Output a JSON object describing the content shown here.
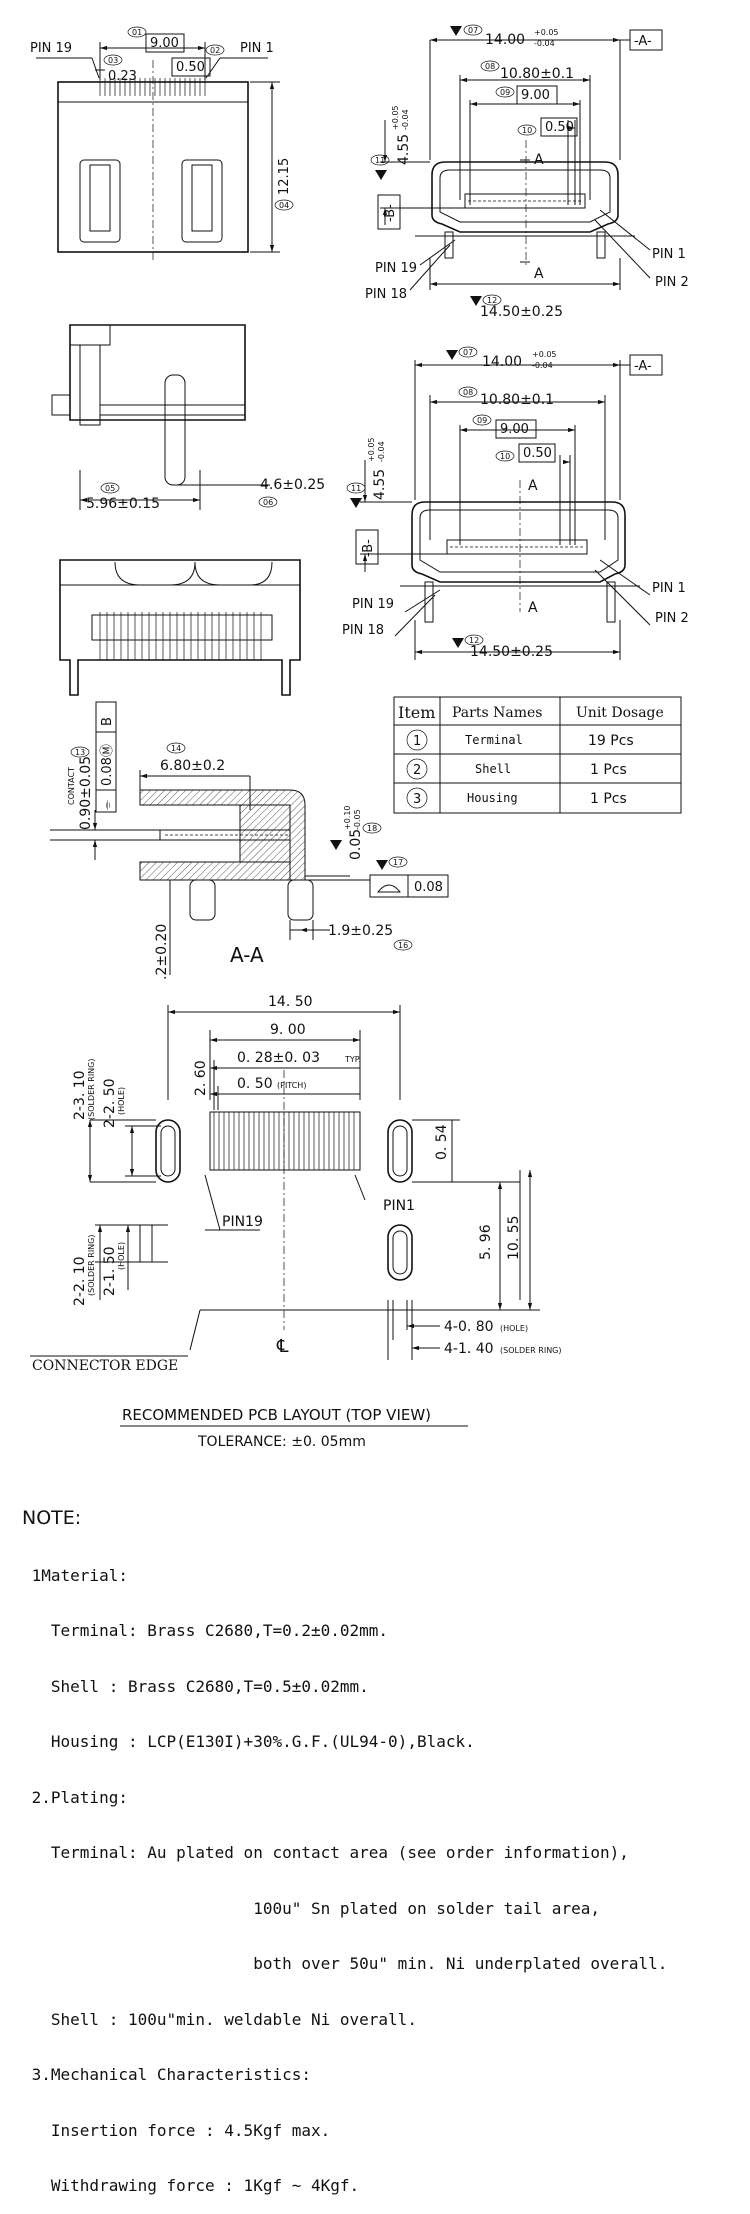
{
  "top_view": {
    "pin_left": "PIN 19",
    "pin_right": "PIN 1",
    "d01": {
      "bubble": "01",
      "value": "9.00"
    },
    "d02": {
      "bubble": "02",
      "value": "0.50"
    },
    "d03": {
      "bubble": "03",
      "value": "0.23"
    },
    "d04": {
      "bubble": "04",
      "value": "12.15"
    }
  },
  "front_view_1": {
    "d07": {
      "bubble": "07",
      "value": "14.00",
      "tol_up": "+0.05",
      "tol_dn": "-0.04",
      "datum": "-A-"
    },
    "d08": {
      "bubble": "08",
      "value": "10.80±0.1"
    },
    "d09": {
      "bubble": "09",
      "value": "9.00"
    },
    "d10": {
      "bubble": "10",
      "value": "0.50"
    },
    "d11": {
      "bubble": "11",
      "value": "4.55",
      "tol_up": "+0.05",
      "tol_dn": "-0.04"
    },
    "d12": {
      "bubble": "12",
      "value": "14.50±0.25"
    },
    "datum_b": "-B-",
    "section": "A",
    "pin1": "PIN 1",
    "pin2": "PIN 2",
    "pin18": "PIN 18",
    "pin19": "PIN 19"
  },
  "side_view": {
    "d05": {
      "bubble": "05",
      "value": "5.96±0.15"
    },
    "d06": {
      "bubble": "06",
      "value": "4.6±0.25"
    }
  },
  "parts_table": {
    "headers": [
      "Item",
      "Parts Names",
      "Unit Dosage"
    ],
    "rows": [
      {
        "item": "1",
        "name": "Terminal",
        "qty": "19 Pcs"
      },
      {
        "item": "2",
        "name": "Shell",
        "qty": "1 Pcs"
      },
      {
        "item": "3",
        "name": "Housing",
        "qty": "1 Pcs"
      }
    ]
  },
  "section_view": {
    "title": "A-A",
    "d13": {
      "bubble": "13",
      "label": "CONTACT",
      "value": "0.90±0.05",
      "frame": [
        "0.08Ⓜ",
        "B"
      ]
    },
    "d14": {
      "bubble": "14",
      "value": "6.80±0.2"
    },
    "d16": {
      "bubble": "16",
      "value": "1.9±0.25"
    },
    "d17": {
      "bubble": "17",
      "value": "0.08"
    },
    "d18": {
      "bubble": "18",
      "value": "0.05",
      "tol_up": "+0.10",
      "tol_dn": "-0.05"
    },
    "d_left": ".2±0.20"
  },
  "pcb_layout": {
    "w1": "14. 50",
    "w2": "9. 00",
    "w3": "0. 28±0. 03",
    "w3_note": "TYP.",
    "w4": "0. 50",
    "w4_note": "(PITCH)",
    "h260": "2. 60",
    "h054": "0. 54",
    "h596": "5. 96",
    "h1055": "10. 55",
    "l310": "2-3. 10",
    "l310_note": "(SOLDER RING)",
    "l250": "2-2. 50",
    "l250_note": "(HOLE)",
    "l210": "2-2. 10",
    "l210_note": "(SOLDER RING)",
    "l150": "2-1. 50",
    "l150_note": "(HOLE)",
    "b080": "4-0. 80",
    "b080_note": "(HOLE)",
    "b140": "4-1. 40",
    "b140_note": "(SOLDER RING)",
    "pin19": "PIN19",
    "pin1": "PIN1",
    "centerline": "℄",
    "edge": "CONNECTOR EDGE",
    "caption": "RECOMMENDED PCB LAYOUT (TOP VIEW)",
    "tolerance": "TOLERANCE: ±0. 05mm"
  },
  "notes": {
    "title": "NOTE:",
    "lines": [
      " 1Material:",
      "   Terminal: Brass C2680,T=0.2±0.02mm.",
      "   Shell : Brass C2680,T=0.5±0.02mm.",
      "   Housing : LCP(E130I)+30%.G.F.(UL94-0),Black.",
      " 2.Plating:",
      "   Terminal: Au plated on contact area (see order information),",
      "                        100u\" Sn plated on solder tail area,",
      "                        both over 50u\" min. Ni underplated overall.",
      "   Shell : 100u\"min. weldable Ni overall.",
      " 3.Mechanical Characteristics:",
      "   Insertion force : 4.5Kgf max.",
      "   Withdrawing force : 1Kgf ~ 4Kgf."
    ]
  }
}
